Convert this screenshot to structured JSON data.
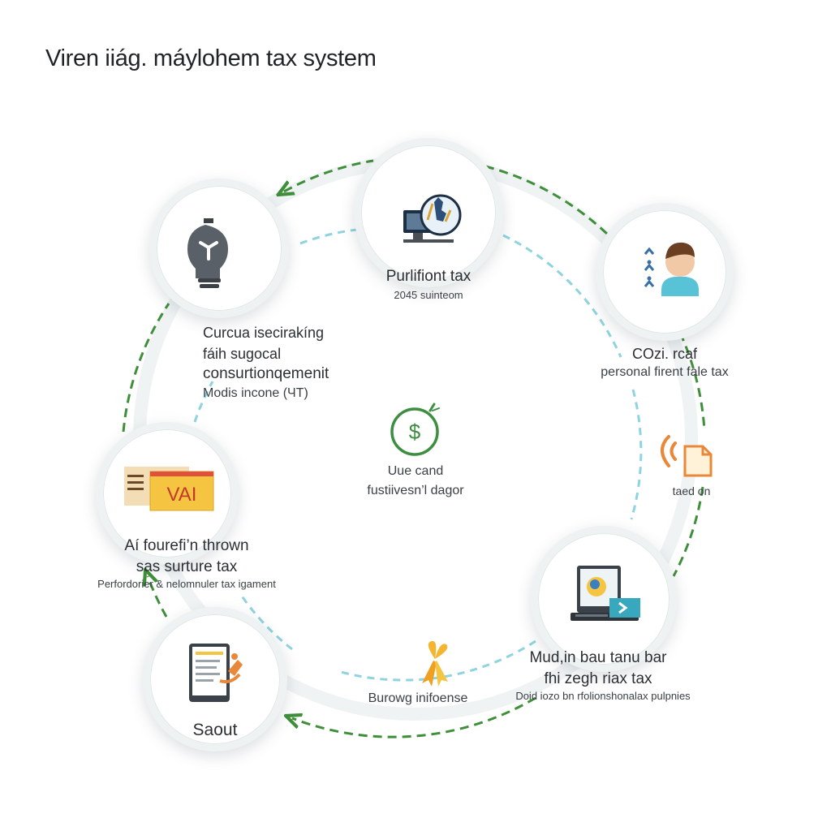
{
  "title": "Viren iiág. máylohem tax system",
  "center": {
    "line1": "Uue cand",
    "line2": "fustiivesn’l dagor"
  },
  "nodes": {
    "top": {
      "title": "Purlifiont tax",
      "subtitle": "2045 suinteom"
    },
    "right_top": {
      "title": "COzi. rcaf",
      "subtitle": "personal firent fale tax"
    },
    "right_mid": {
      "caption": "taed on"
    },
    "right_bottom": {
      "line1": "Mud,in bau tanu bar",
      "line2": "fhi zegh riax tax",
      "line3": "Doid iozo bn rfolionshonalax pulpnies"
    },
    "bottom_mid": {
      "caption": "Burowg inifoense"
    },
    "bottom_left": {
      "caption": "Saout"
    },
    "left": {
      "badge": "VAI",
      "line1": "Aí fourefi’n thrown",
      "line2": "sas surture tax",
      "line3": "Perfordorier & nelomnuler tax igament"
    },
    "top_left": {
      "line1": "Curcua isecirakíng",
      "line2": "fáih sugocal",
      "line3": "consurtionqemenit",
      "line4": "Modis incone (ЧT)"
    }
  },
  "colors": {
    "arrow_green": "#3f8f3a",
    "dash_cyan": "#8fd3df",
    "ring": "#eef2f3",
    "money_green": "#3e8e41",
    "accent_orange": "#e8883a",
    "accent_yellow": "#f5c542",
    "person_teal": "#58c3d6"
  },
  "icons": {
    "top": "monitor-globe-icon",
    "top_left": "lightbulb-icon",
    "right_top": "person-icon",
    "right_mid": "wireless-document-icon",
    "right_bottom": "laptop-icon",
    "bottom_mid": "ribbon-icon",
    "bottom_left": "tablet-document-icon",
    "left": "vat-cards-icon",
    "center": "dollar-coin-icon"
  }
}
